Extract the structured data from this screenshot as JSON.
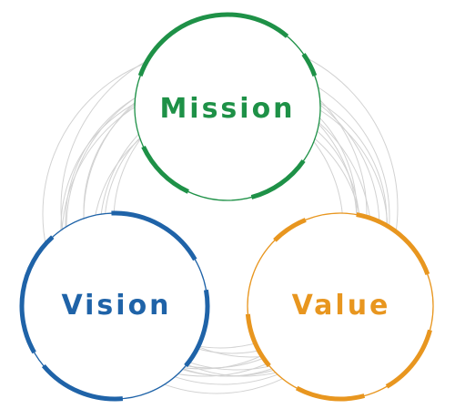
{
  "colors": {
    "mission": "#1e9147",
    "vision": "#1f63a8",
    "value": "#e8961f",
    "orbit": "#d2d2d2"
  },
  "circles": {
    "mission": {
      "label": "Mission"
    },
    "vision": {
      "label": "Vision"
    },
    "value": {
      "label": "Value"
    }
  }
}
